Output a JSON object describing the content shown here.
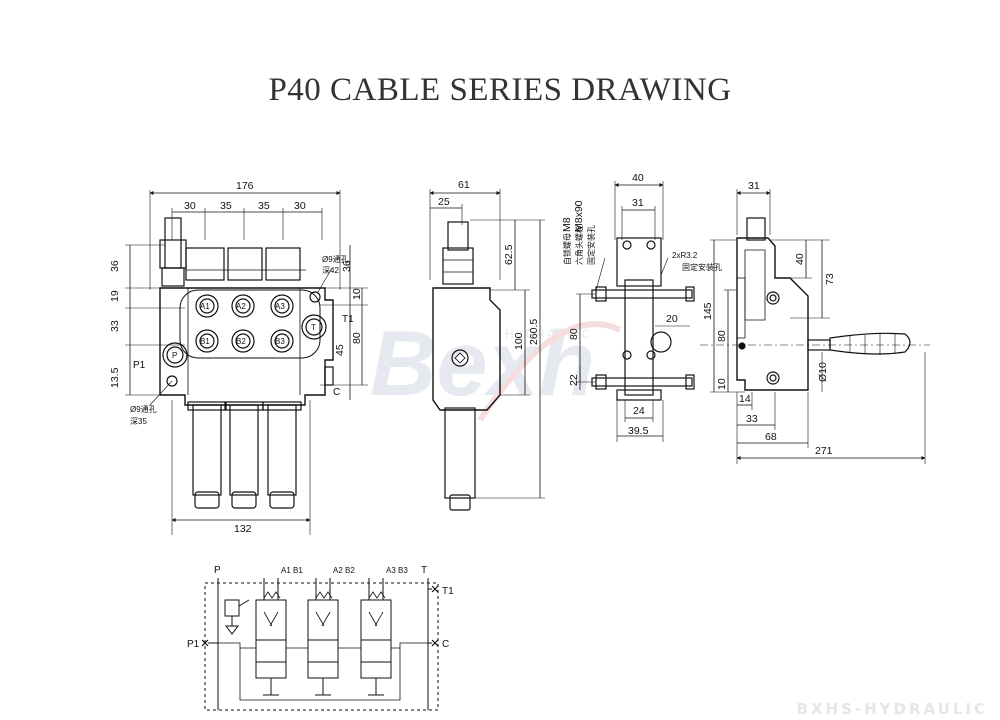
{
  "title": "P40 CABLE SERIES DRAWING",
  "watermark": {
    "brand": "Bexh",
    "sub": "HYDRAULIC",
    "footer": "BXHS-HYDRAULIC"
  },
  "front_view": {
    "dims": {
      "overall_width": "176",
      "spacing_1": "30",
      "spacing_2": "35",
      "spacing_3": "35",
      "spacing_4": "30",
      "left_36": "36",
      "left_19": "19",
      "left_33": "33",
      "left_13_5": "13.5",
      "right_36": "36",
      "right_10": "10",
      "right_80": "80",
      "right_45": "45",
      "bottom_width": "132"
    },
    "holes": {
      "top_note": "Ø9通孔",
      "top_depth": "深42",
      "bottom_note": "Ø9通孔",
      "bottom_depth": "深35"
    },
    "ports": [
      "A1",
      "A2",
      "A3",
      "B1",
      "B2",
      "B3",
      "P",
      "T"
    ],
    "side_labels": {
      "p1": "P1",
      "t1": "T1",
      "c": "C"
    }
  },
  "side_view": {
    "dims": {
      "width_61": "61",
      "width_25": "25",
      "h_62_5": "62.5",
      "h_100": "100",
      "h_260_5": "260.5"
    }
  },
  "detail_view": {
    "dims": {
      "w40": "40",
      "w31": "31",
      "r": "2xR3.2",
      "h80": "80",
      "h20": "20",
      "h22": "22",
      "w24": "24",
      "w39_5": "39.5"
    },
    "notes": {
      "m8": "M8",
      "m8x90": "M8x90",
      "cn1": "自锁螺母",
      "cn2": "六角头螺栓",
      "cn3": "固定安装孔"
    }
  },
  "lever_view": {
    "dims": {
      "w31": "31",
      "h40": "40",
      "h73": "73",
      "h145": "145",
      "h80": "80",
      "phi10": "Ø10",
      "h10": "10",
      "w14": "14",
      "w33": "33",
      "w68": "68",
      "w271": "271"
    }
  },
  "schematic": {
    "top_labels": [
      "P",
      "A1",
      "B1",
      "A2",
      "B2",
      "A3",
      "B3",
      "T"
    ],
    "side_labels": {
      "p1": "P1",
      "t1": "T1",
      "c": "C"
    }
  }
}
